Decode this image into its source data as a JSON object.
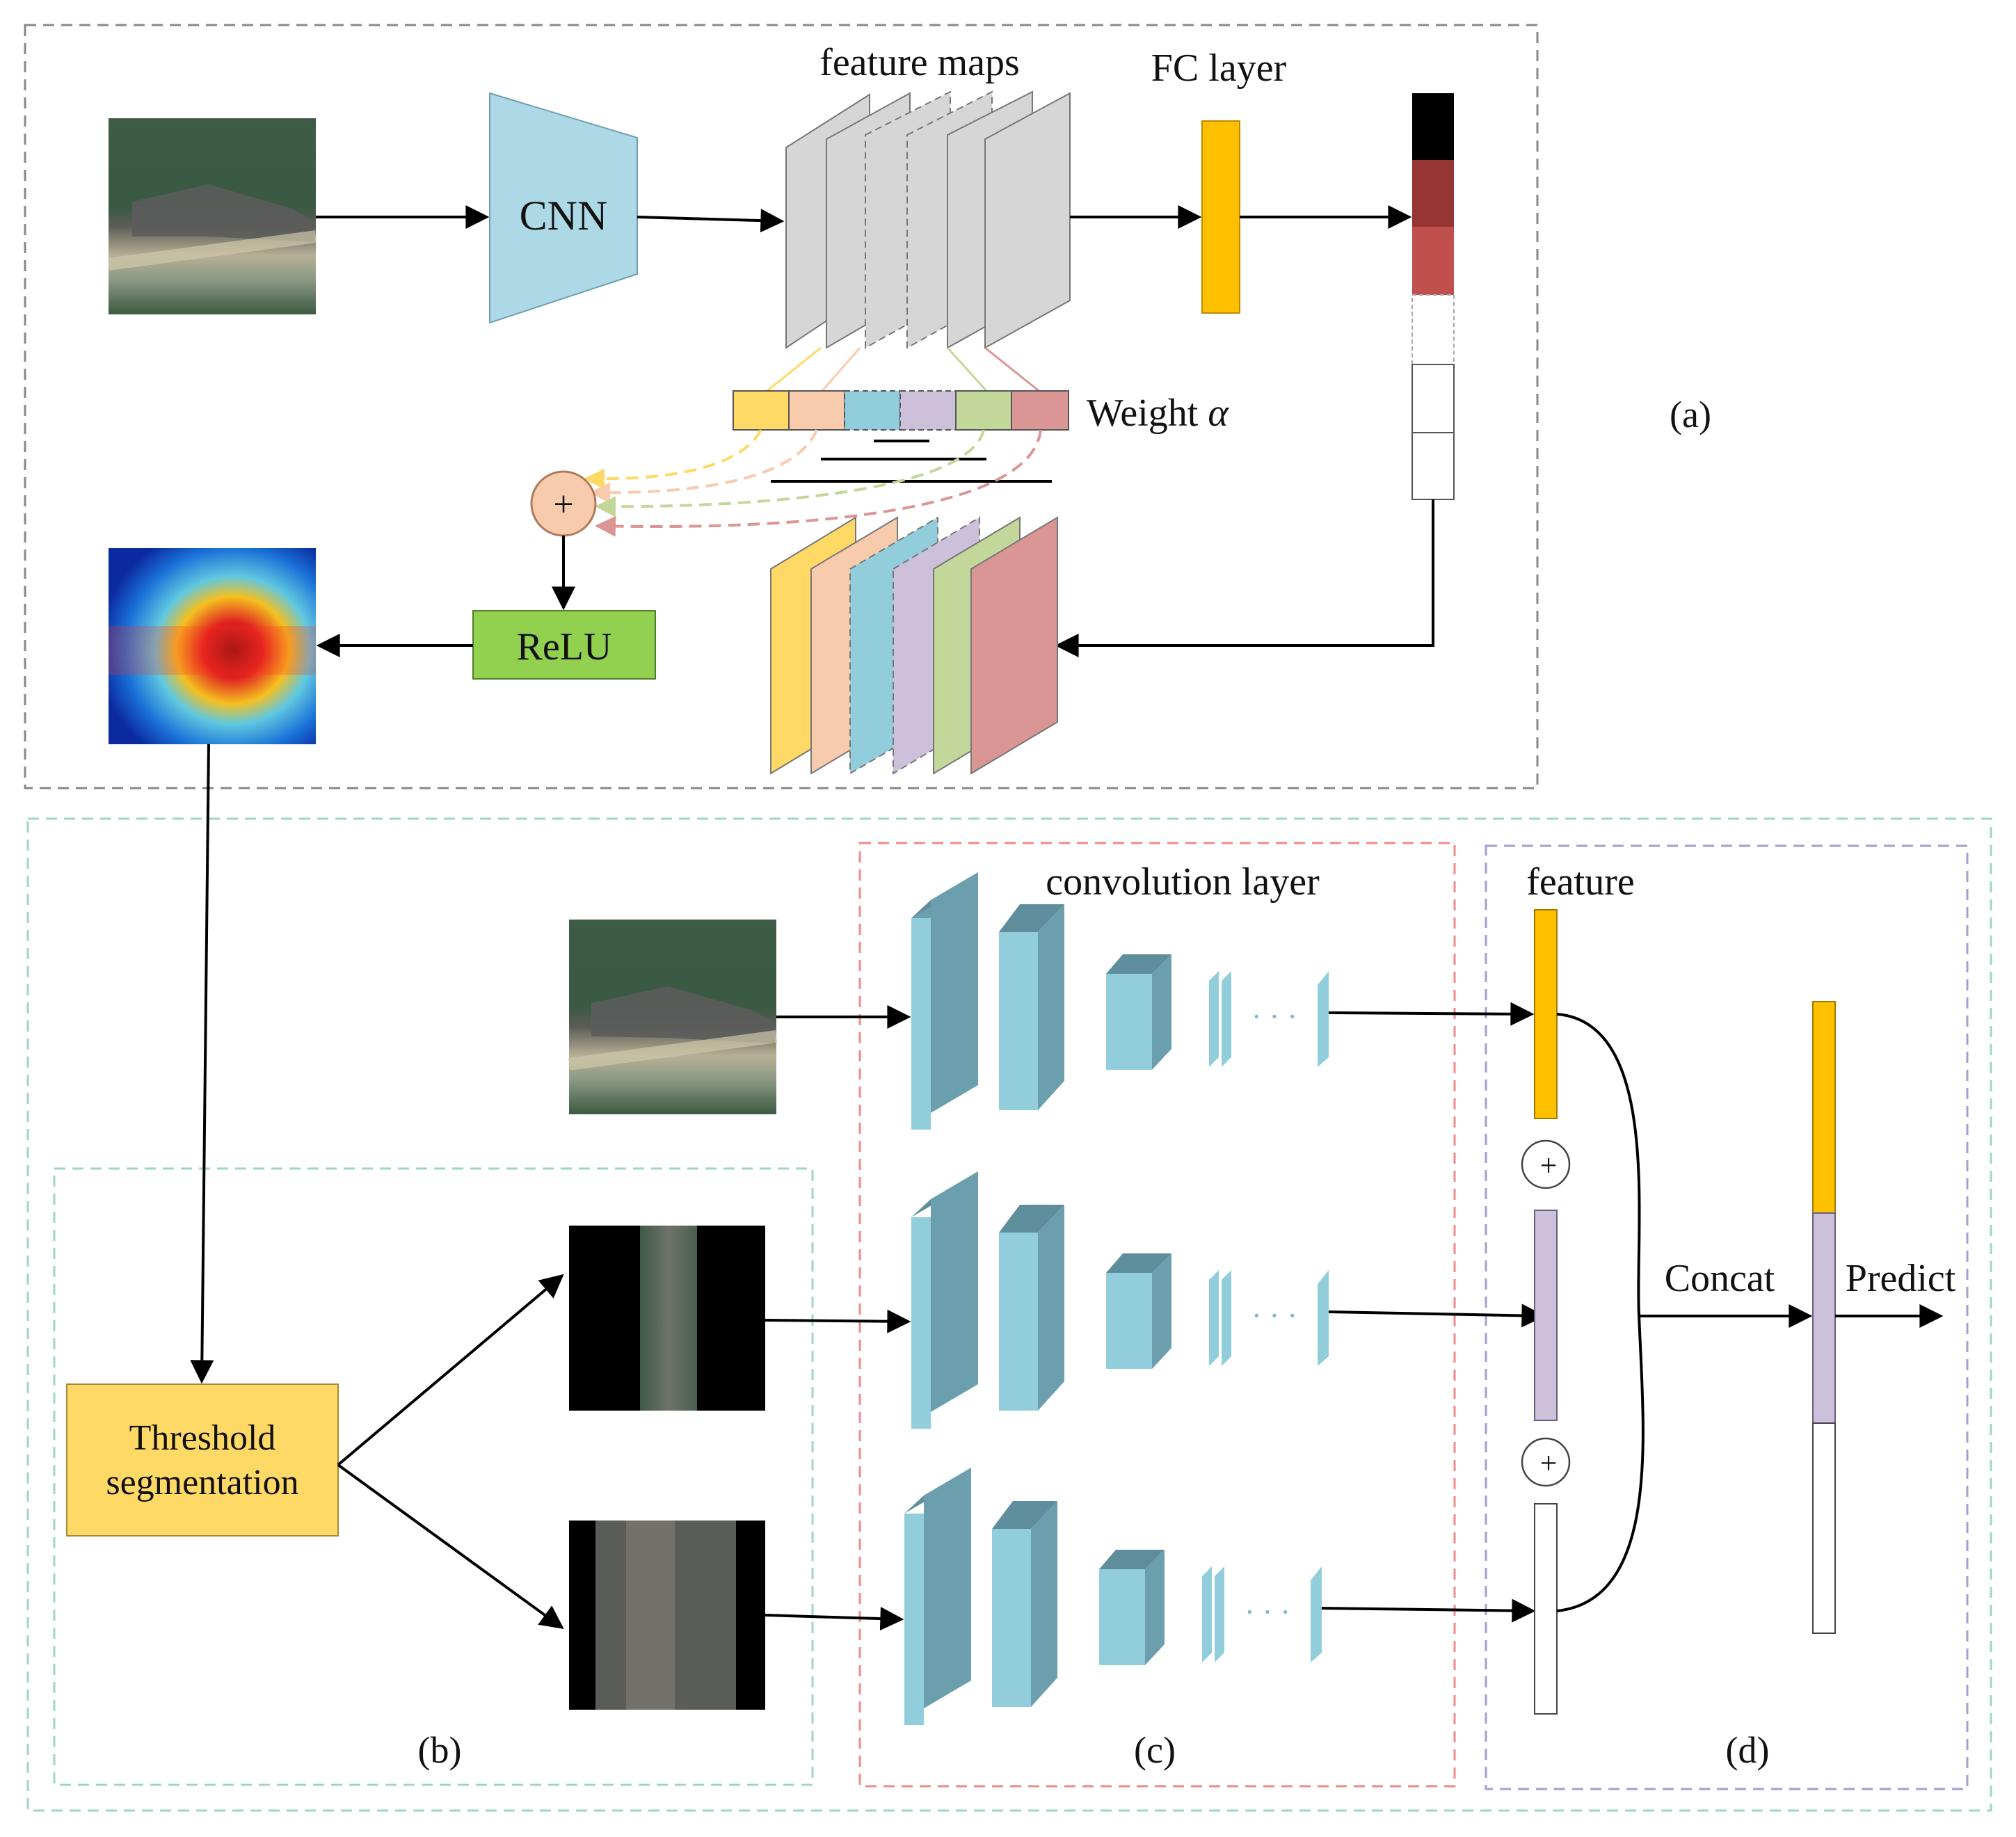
{
  "panel_a": {
    "cnn_label": "CNN",
    "feature_maps_label": "feature maps",
    "fc_layer_label": "FC layer",
    "weight_label": "Weight ",
    "weight_symbol": "α",
    "relu_label": "ReLU",
    "plus_symbol": "+",
    "panel_label": "(a)"
  },
  "panel_b": {
    "threshold_line1": "Threshold",
    "threshold_line2": "segmentation",
    "panel_label": "(b)"
  },
  "panel_c": {
    "conv_layer_label": "convolution layer",
    "ellipsis": "· · ·",
    "panel_label": "(c)"
  },
  "panel_d": {
    "feature_label": "feature",
    "plus_symbol": "+",
    "concat_label": "Concat",
    "predict_label": "Predict",
    "panel_label": "(d)"
  },
  "colors": {
    "cnn_fill": "#add8e6",
    "feature_map_gray": "#d6d6d6",
    "fc_orange": "#ffc000",
    "yellow": "#ffd966",
    "peach": "#f8cbad",
    "blue": "#92cddc",
    "lavender": "#ccc0da",
    "green": "#c4d79b",
    "pink": "#da9694",
    "relu_green": "#92d050",
    "plus_circle": "#f8cbad",
    "threshold_yellow": "#ffd966",
    "vector_black": "#000000",
    "vector_darkred": "#963634",
    "vector_red": "#c0504d",
    "conv_front": "#92cddc",
    "conv_side": "#6b9fae",
    "feature_yellow": "#ffc000",
    "feature_lavender": "#ccc0da",
    "panel_a_border": "#888888",
    "panel_b_border": "#9fd6c2",
    "panel_c_border": "#f08a8a",
    "panel_d_border": "#a99bd3",
    "outer_border": "#9fd6c2"
  }
}
